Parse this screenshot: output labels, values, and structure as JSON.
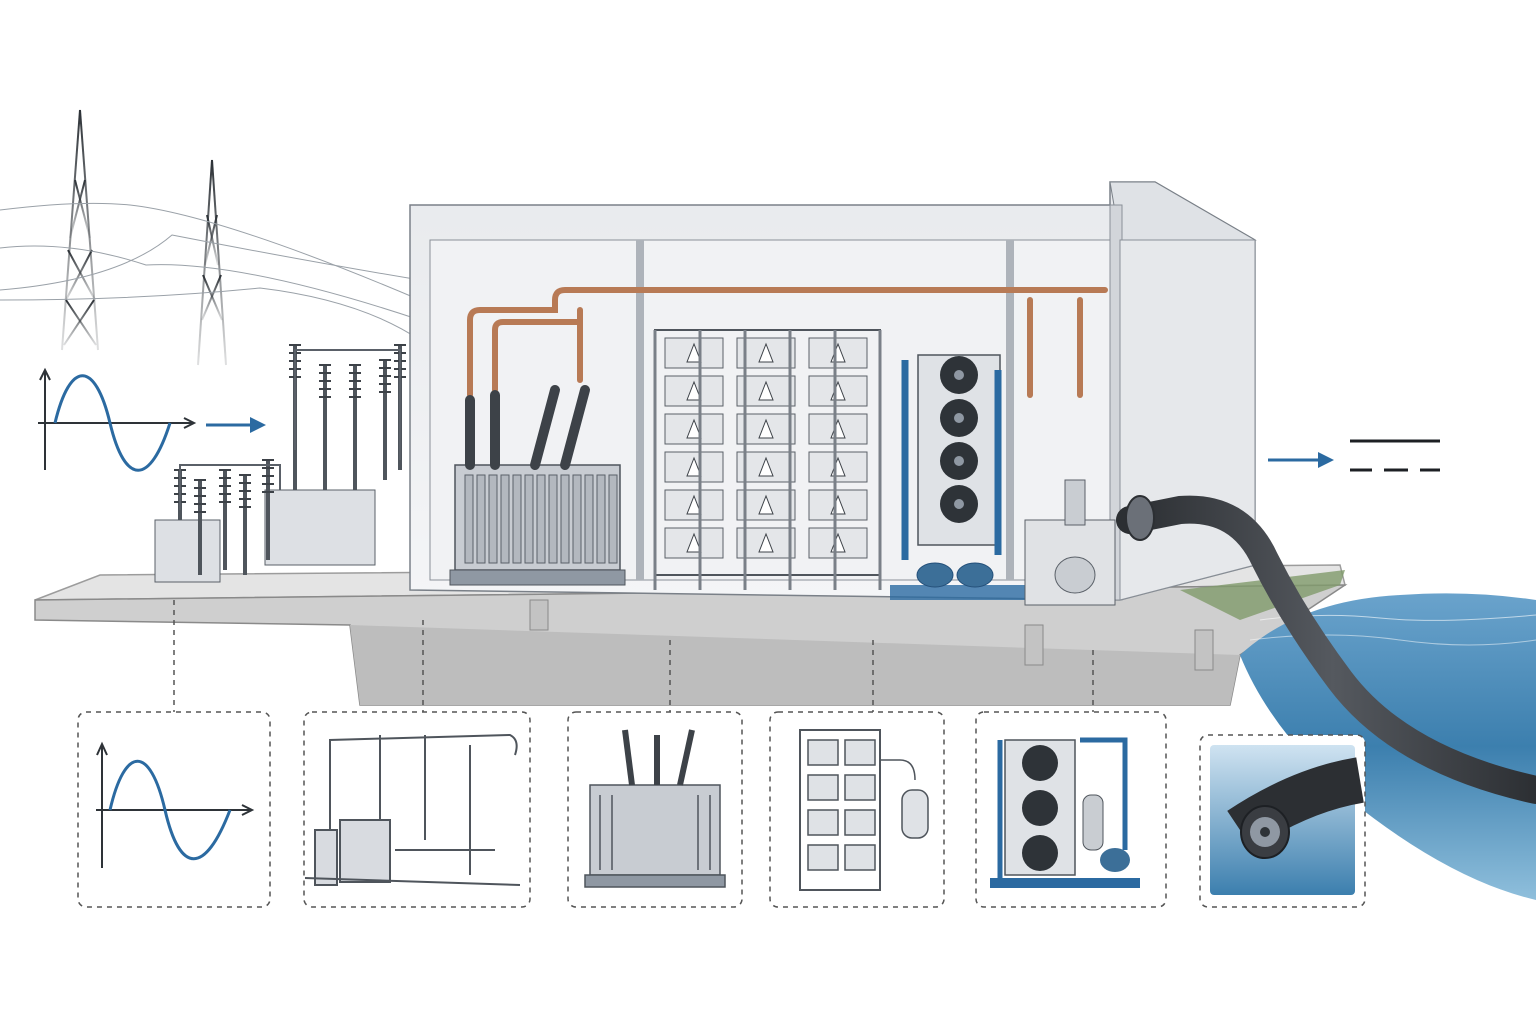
{
  "title": "",
  "ac_input": {
    "waveform": "sine"
  },
  "dc_output": {
    "symbol": "direct-current"
  },
  "stages": [
    {
      "id": "ac-grid",
      "icon": "ac-sine-wave-icon"
    },
    {
      "id": "ac-switchyard",
      "icon": "switchyard-icon"
    },
    {
      "id": "converter-transformer",
      "icon": "transformer-icon"
    },
    {
      "id": "thyristor-valve-hall",
      "icon": "valve-stack-icon"
    },
    {
      "id": "cooling-system",
      "icon": "cooling-unit-icon"
    },
    {
      "id": "hvdc-cable",
      "icon": "submarine-cable-icon"
    }
  ],
  "colors": {
    "accent_blue": "#2b6aa1",
    "copper": "#b87a55",
    "steel": "#8f98a3",
    "concrete": "#c9c9c9",
    "water": "#3c7fae",
    "cable": "#3a3d42",
    "grass": "#7f9a6a"
  }
}
